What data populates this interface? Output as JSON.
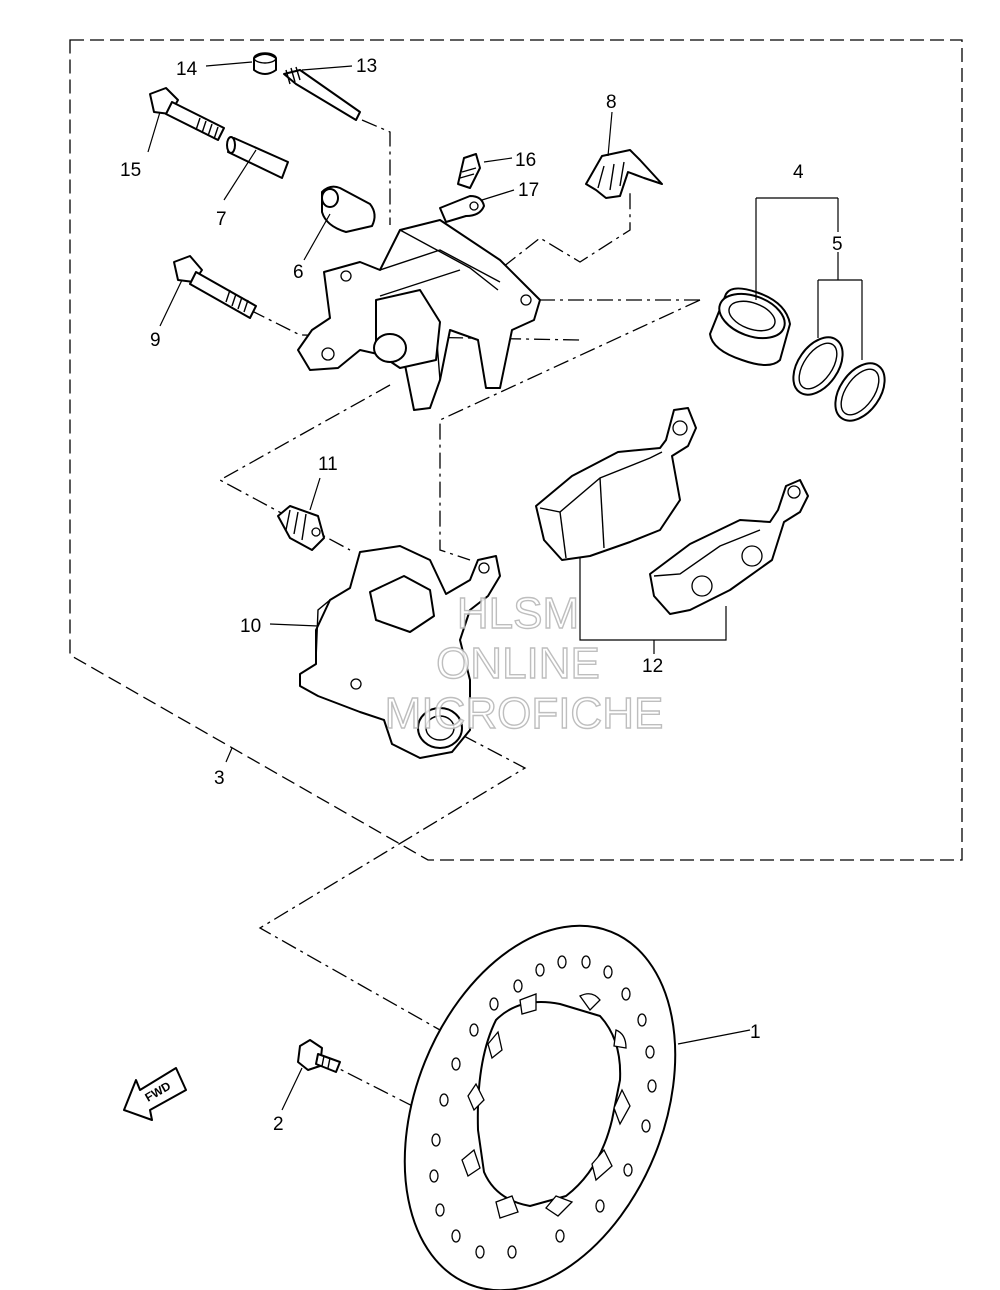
{
  "callouts": [
    {
      "id": "1",
      "label": "1"
    },
    {
      "id": "2",
      "label": "2"
    },
    {
      "id": "3",
      "label": "3"
    },
    {
      "id": "4",
      "label": "4"
    },
    {
      "id": "5",
      "label": "5"
    },
    {
      "id": "6",
      "label": "6"
    },
    {
      "id": "7",
      "label": "7"
    },
    {
      "id": "8",
      "label": "8"
    },
    {
      "id": "9",
      "label": "9"
    },
    {
      "id": "10",
      "label": "10"
    },
    {
      "id": "11",
      "label": "11"
    },
    {
      "id": "12",
      "label": "12"
    },
    {
      "id": "13",
      "label": "13"
    },
    {
      "id": "14",
      "label": "14"
    },
    {
      "id": "15",
      "label": "15"
    },
    {
      "id": "16",
      "label": "16"
    },
    {
      "id": "17",
      "label": "17"
    }
  ],
  "watermark": {
    "line1": "HLSM",
    "line2": "ONLINE",
    "line3": "MICROFICHE"
  },
  "fwd_arrow": {
    "label": "FWD"
  }
}
